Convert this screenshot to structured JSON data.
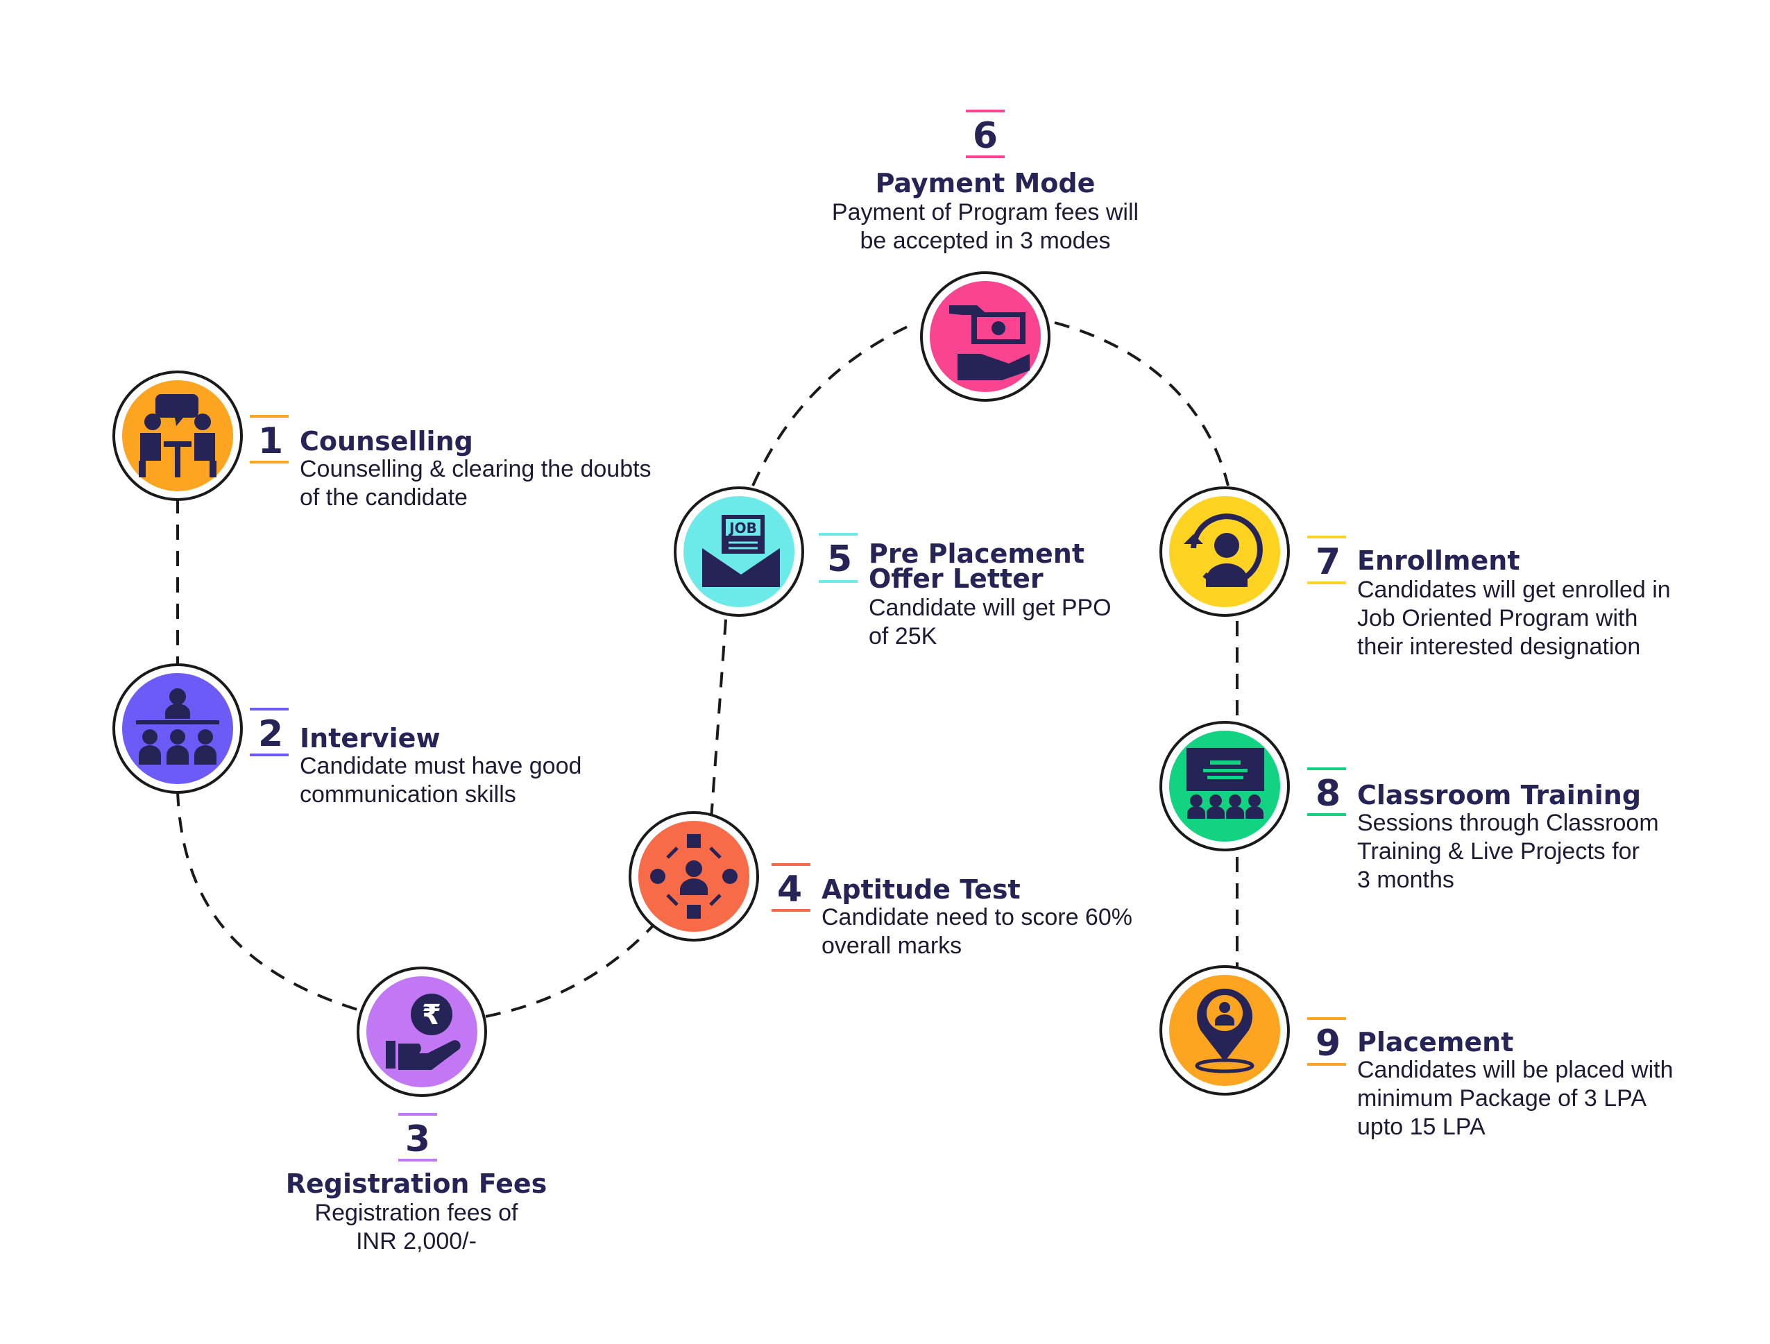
{
  "steps": [
    {
      "num": "1",
      "title": "Counselling",
      "desc1": "Counselling & clearing the doubts",
      "desc2": "of the candidate",
      "icon": "counselling-icon",
      "color": "#fda521"
    },
    {
      "num": "2",
      "title": "Interview",
      "desc1": "Candidate must have good",
      "desc2": "communication skills",
      "icon": "interview-icon",
      "color": "#6c5bf6"
    },
    {
      "num": "3",
      "title": "Registration Fees",
      "desc1": "Registration fees of",
      "desc2": "INR 2,000/-",
      "icon": "rupee-hand-icon",
      "color": "#c278f4"
    },
    {
      "num": "4",
      "title": "Aptitude Test",
      "desc1": "Candidate need to score 60%",
      "desc2": "overall marks",
      "icon": "aptitude-network-icon",
      "color": "#f76b48"
    },
    {
      "num": "5",
      "title1": "Pre Placement",
      "title2": "Offer Letter",
      "desc1": "Candidate will get PPO",
      "desc2": "of 25K",
      "icon": "job-envelope-icon",
      "color": "#6ceaea"
    },
    {
      "num": "6",
      "title": "Payment Mode",
      "desc1": "Payment of Program fees will",
      "desc2": "be accepted in 3 modes",
      "icon": "payment-hand-icon",
      "color": "#fa448f"
    },
    {
      "num": "7",
      "title": "Enrollment",
      "desc1": "Candidates will get enrolled in",
      "desc2": "Job Oriented Program with",
      "desc3": "their interested designation",
      "icon": "enrollment-user-icon",
      "color": "#fed321"
    },
    {
      "num": "8",
      "title": "Classroom Training",
      "desc1": "Sessions through Classroom",
      "desc2": "Training & Live Projects for",
      "desc3": "3 months",
      "icon": "classroom-icon",
      "color": "#12d382"
    },
    {
      "num": "9",
      "title": "Placement",
      "desc1": "Candidates will be placed with",
      "desc2": "minimum Package of 3 LPA",
      "desc3": "upto 15 LPA",
      "icon": "placement-pin-icon",
      "color": "#fda521"
    }
  ],
  "colors": {
    "ink": "#262456",
    "ring": "#1a1a1a",
    "path": "#1a1a1a"
  }
}
